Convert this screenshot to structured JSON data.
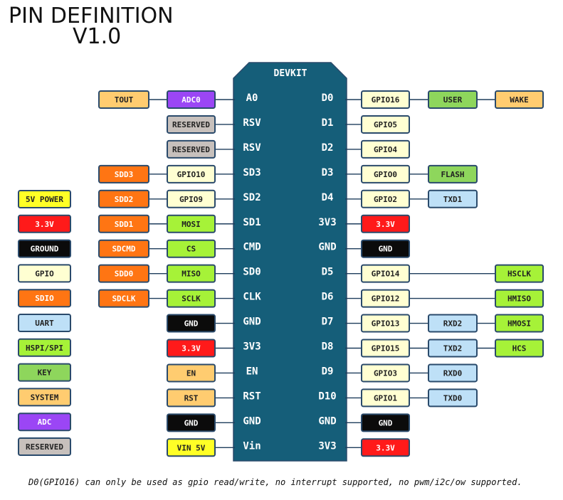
{
  "title": "PIN DEFINITION",
  "version": "V1.0",
  "board_label": "DEVKIT",
  "colors": {
    "board": "#155e79",
    "stroke": "#2a4a6b",
    "line": "#1e3d5c"
  },
  "left_pins": [
    {
      "pin": "A0",
      "inner": {
        "text": "ADC0",
        "color": "#9b46f5",
        "text_color": "#ffffff"
      },
      "outer": {
        "text": "TOUT",
        "color": "#ffcc70",
        "text_color": "#222222"
      }
    },
    {
      "pin": "RSV",
      "inner": {
        "text": "RESERVED",
        "color": "#c7c0bc",
        "text_color": "#222222"
      }
    },
    {
      "pin": "RSV",
      "inner": {
        "text": "RESERVED",
        "color": "#c7c0bc",
        "text_color": "#222222"
      }
    },
    {
      "pin": "SD3",
      "inner": {
        "text": "GPIO10",
        "color": "#ffffd2",
        "text_color": "#222222"
      },
      "outer": {
        "text": "SDD3",
        "color": "#ff7513",
        "text_color": "#ffffff"
      }
    },
    {
      "pin": "SD2",
      "inner": {
        "text": "GPIO9",
        "color": "#ffffd2",
        "text_color": "#222222"
      },
      "outer": {
        "text": "SDD2",
        "color": "#ff7513",
        "text_color": "#ffffff"
      }
    },
    {
      "pin": "SD1",
      "inner": {
        "text": "MOSI",
        "color": "#a6f238",
        "text_color": "#222222"
      },
      "outer": {
        "text": "SDD1",
        "color": "#ff7513",
        "text_color": "#ffffff"
      }
    },
    {
      "pin": "CMD",
      "inner": {
        "text": "CS",
        "color": "#a6f238",
        "text_color": "#222222"
      },
      "outer": {
        "text": "SDCMD",
        "color": "#ff7513",
        "text_color": "#ffffff"
      }
    },
    {
      "pin": "SD0",
      "inner": {
        "text": "MISO",
        "color": "#a6f238",
        "text_color": "#222222"
      },
      "outer": {
        "text": "SDD0",
        "color": "#ff7513",
        "text_color": "#ffffff"
      }
    },
    {
      "pin": "CLK",
      "inner": {
        "text": "SCLK",
        "color": "#a6f238",
        "text_color": "#222222"
      },
      "outer": {
        "text": "SDCLK",
        "color": "#ff7513",
        "text_color": "#ffffff"
      }
    },
    {
      "pin": "GND",
      "inner": {
        "text": "GND",
        "color": "#0b0b0b",
        "text_color": "#ffffff"
      }
    },
    {
      "pin": "3V3",
      "inner": {
        "text": "3.3V",
        "color": "#ff1a1a",
        "text_color": "#ffffff"
      }
    },
    {
      "pin": "EN",
      "inner": {
        "text": "EN",
        "color": "#ffcc70",
        "text_color": "#222222"
      }
    },
    {
      "pin": "RST",
      "inner": {
        "text": "RST",
        "color": "#ffcc70",
        "text_color": "#222222"
      }
    },
    {
      "pin": "GND",
      "inner": {
        "text": "GND",
        "color": "#0b0b0b",
        "text_color": "#ffffff"
      }
    },
    {
      "pin": "Vin",
      "inner": {
        "text": "VIN 5V",
        "color": "#ffff26",
        "text_color": "#222222"
      }
    }
  ],
  "right_pins": [
    {
      "pin": "D0",
      "inner": {
        "text": "GPIO16",
        "color": "#ffffd2",
        "text_color": "#222222"
      },
      "mid": {
        "text": "USER",
        "color": "#8ed65c",
        "text_color": "#222222"
      },
      "outer": {
        "text": "WAKE",
        "color": "#ffcc70",
        "text_color": "#222222"
      }
    },
    {
      "pin": "D1",
      "inner": {
        "text": "GPIO5",
        "color": "#ffffd2",
        "text_color": "#222222"
      }
    },
    {
      "pin": "D2",
      "inner": {
        "text": "GPIO4",
        "color": "#ffffd2",
        "text_color": "#222222"
      }
    },
    {
      "pin": "D3",
      "inner": {
        "text": "GPIO0",
        "color": "#ffffd2",
        "text_color": "#222222"
      },
      "mid": {
        "text": "FLASH",
        "color": "#8ed65c",
        "text_color": "#222222"
      }
    },
    {
      "pin": "D4",
      "inner": {
        "text": "GPIO2",
        "color": "#ffffd2",
        "text_color": "#222222"
      },
      "mid": {
        "text": "TXD1",
        "color": "#bee0f7",
        "text_color": "#222222"
      }
    },
    {
      "pin": "3V3",
      "inner": {
        "text": "3.3V",
        "color": "#ff1a1a",
        "text_color": "#ffffff"
      }
    },
    {
      "pin": "GND",
      "inner": {
        "text": "GND",
        "color": "#0b0b0b",
        "text_color": "#ffffff"
      }
    },
    {
      "pin": "D5",
      "inner": {
        "text": "GPIO14",
        "color": "#ffffd2",
        "text_color": "#222222"
      },
      "outer": {
        "text": "HSCLK",
        "color": "#a6f238",
        "text_color": "#222222"
      }
    },
    {
      "pin": "D6",
      "inner": {
        "text": "GPIO12",
        "color": "#ffffd2",
        "text_color": "#222222"
      },
      "outer": {
        "text": "HMISO",
        "color": "#a6f238",
        "text_color": "#222222"
      }
    },
    {
      "pin": "D7",
      "inner": {
        "text": "GPIO13",
        "color": "#ffffd2",
        "text_color": "#222222"
      },
      "mid": {
        "text": "RXD2",
        "color": "#bee0f7",
        "text_color": "#222222"
      },
      "outer": {
        "text": "HMOSI",
        "color": "#a6f238",
        "text_color": "#222222"
      }
    },
    {
      "pin": "D8",
      "inner": {
        "text": "GPIO15",
        "color": "#ffffd2",
        "text_color": "#222222"
      },
      "mid": {
        "text": "TXD2",
        "color": "#bee0f7",
        "text_color": "#222222"
      },
      "outer": {
        "text": "HCS",
        "color": "#a6f238",
        "text_color": "#222222"
      }
    },
    {
      "pin": "D9",
      "inner": {
        "text": "GPIO3",
        "color": "#ffffd2",
        "text_color": "#222222"
      },
      "mid": {
        "text": "RXD0",
        "color": "#bee0f7",
        "text_color": "#222222"
      }
    },
    {
      "pin": "D10",
      "inner": {
        "text": "GPIO1",
        "color": "#ffffd2",
        "text_color": "#222222"
      },
      "mid": {
        "text": "TXD0",
        "color": "#bee0f7",
        "text_color": "#222222"
      }
    },
    {
      "pin": "GND",
      "inner": {
        "text": "GND",
        "color": "#0b0b0b",
        "text_color": "#ffffff"
      }
    },
    {
      "pin": "3V3",
      "inner": {
        "text": "3.3V",
        "color": "#ff1a1a",
        "text_color": "#ffffff"
      }
    }
  ],
  "legend": [
    {
      "text": "5V POWER",
      "color": "#ffff26",
      "text_color": "#222222"
    },
    {
      "text": "3.3V",
      "color": "#ff1a1a",
      "text_color": "#ffffff"
    },
    {
      "text": "GROUND",
      "color": "#0b0b0b",
      "text_color": "#ffffff"
    },
    {
      "text": "GPIO",
      "color": "#ffffd2",
      "text_color": "#222222"
    },
    {
      "text": "SDIO",
      "color": "#ff7513",
      "text_color": "#ffffff"
    },
    {
      "text": "UART",
      "color": "#bee0f7",
      "text_color": "#222222"
    },
    {
      "text": "HSPI/SPI",
      "color": "#a6f238",
      "text_color": "#222222"
    },
    {
      "text": "KEY",
      "color": "#8ed65c",
      "text_color": "#222222"
    },
    {
      "text": "SYSTEM",
      "color": "#ffcc70",
      "text_color": "#222222"
    },
    {
      "text": "ADC",
      "color": "#9b46f5",
      "text_color": "#ffffff"
    },
    {
      "text": "RESERVED",
      "color": "#c7c0bc",
      "text_color": "#222222"
    }
  ],
  "footnote": "D0(GPIO16) can only be used as gpio read/write, no interrupt supported, no pwm/i2c/ow supported."
}
